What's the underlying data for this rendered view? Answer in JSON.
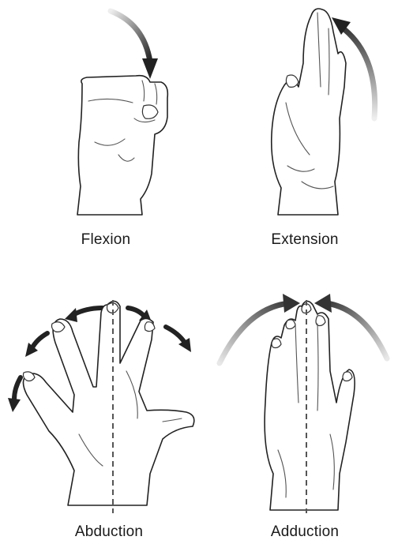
{
  "panels": [
    {
      "id": "flexion",
      "label": "Flexion"
    },
    {
      "id": "extension",
      "label": "Extension"
    },
    {
      "id": "abduction",
      "label": "Abduction"
    },
    {
      "id": "adduction",
      "label": "Adduction"
    }
  ],
  "colors": {
    "arrow_dark": "#222222",
    "arrow_light": "#e6e6e6",
    "outline": "#222222",
    "midline": "#555555"
  }
}
